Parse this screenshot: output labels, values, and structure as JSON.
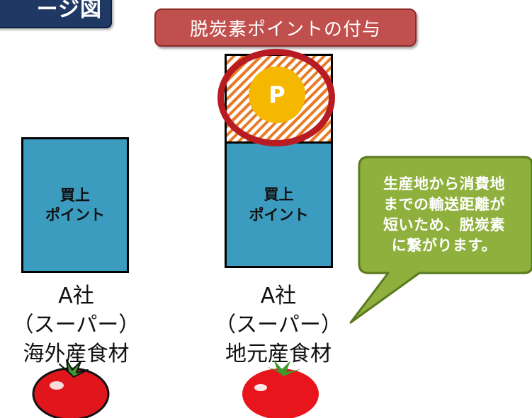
{
  "header": {
    "image_tag": "ージ図",
    "banner": "脱炭素ポイントの付与"
  },
  "bonus": {
    "coin_label": "P"
  },
  "boxes": {
    "left_line1": "買上",
    "left_line2": "ポイント",
    "right_line1": "買上",
    "right_line2": "ポイント"
  },
  "captions": {
    "left": [
      "A社",
      "（スーパー）",
      "海外産食材"
    ],
    "right": [
      "A社",
      "（スーパー）",
      "地元産食材"
    ]
  },
  "callout": {
    "lines": [
      "生産地から消費地",
      "までの輸送距離が",
      "短いため、脱炭素",
      "に繋がります。"
    ]
  },
  "colors": {
    "navy_tag": "#1f3864",
    "banner_red": "#c0504d",
    "box_blue": "#3b9cc0",
    "stripe_orange": "#e97a26",
    "coin_yellow": "#f5b700",
    "ring_red": "#b81c22",
    "callout_green": "#8fb03d",
    "tomato_red": "#e0161c"
  },
  "icons": [
    "tomato-icon",
    "tomato-icon",
    "point-coin-icon"
  ]
}
